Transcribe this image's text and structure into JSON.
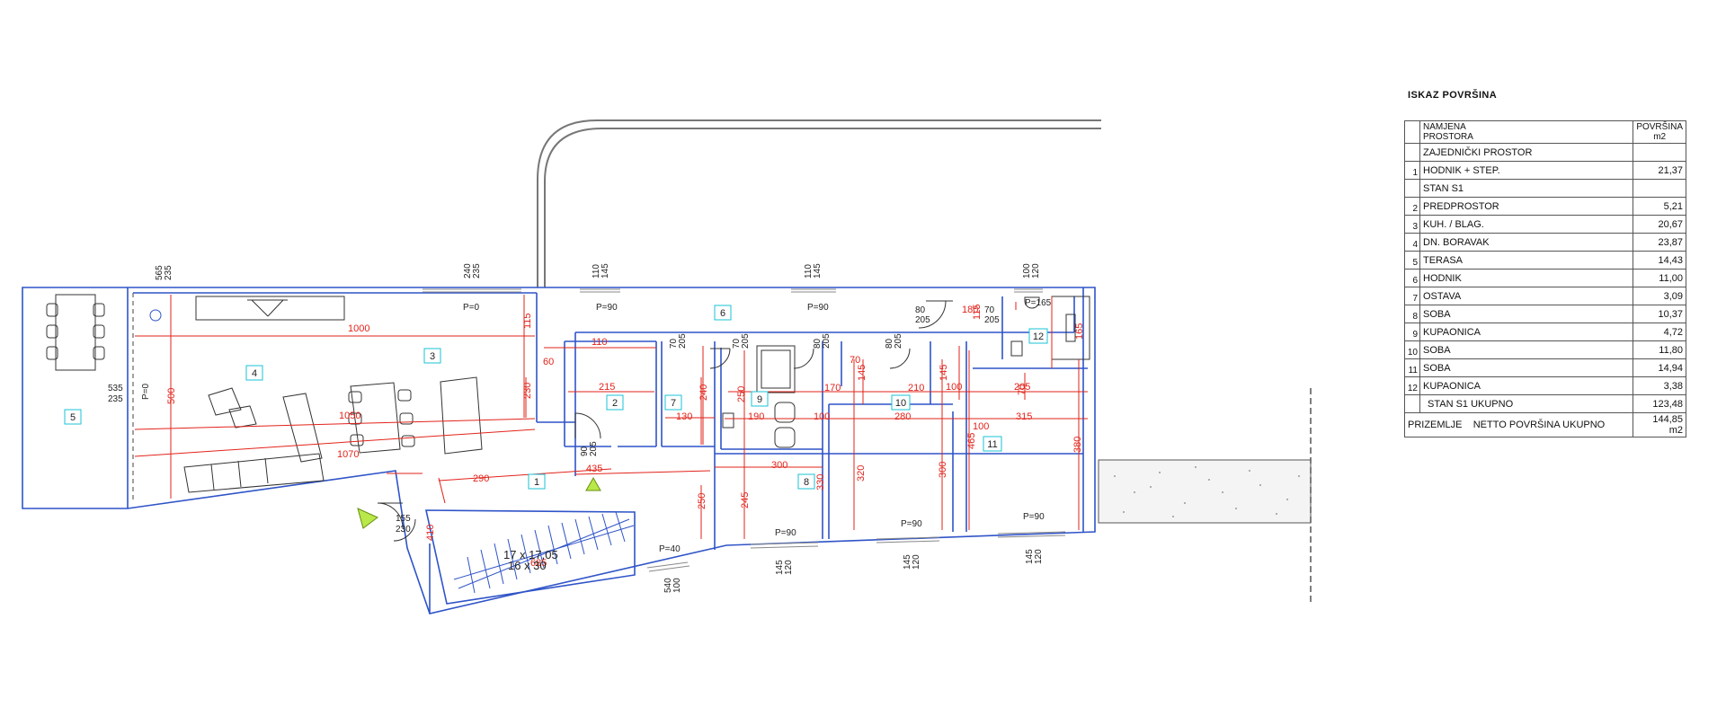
{
  "plan": {
    "dims": [
      "1000",
      "1050",
      "1070",
      "110",
      "60",
      "215",
      "130",
      "190",
      "100",
      "170",
      "70",
      "210",
      "280",
      "100",
      "205",
      "315",
      "290",
      "435",
      "300",
      "180",
      "685",
      "100",
      "500",
      "115",
      "230",
      "240",
      "250",
      "145",
      "145",
      "115",
      "70",
      "165",
      "465",
      "380",
      "330",
      "320",
      "300",
      "245",
      "250",
      "410"
    ],
    "openings": [
      "565",
      "235",
      "240",
      "235",
      "110",
      "145",
      "110",
      "145",
      "100",
      "120",
      "P=0",
      "P=90",
      "P=90",
      "P=165",
      "535",
      "235",
      "P=0",
      "80",
      "205",
      "70",
      "205",
      "70",
      "205",
      "70",
      "205",
      "80",
      "205",
      "80",
      "205",
      "90",
      "205",
      "155",
      "230",
      "P=40",
      "P=90",
      "P=90",
      "P=90",
      "540",
      "100",
      "145",
      "120",
      "145",
      "120",
      "145",
      "120"
    ],
    "rooms": [
      "1",
      "2",
      "3",
      "4",
      "5",
      "6",
      "7",
      "8",
      "9",
      "10",
      "11",
      "12"
    ],
    "stair": {
      "line1": "17 x 17,05",
      "line2": "16 x 30"
    }
  },
  "areas": {
    "title": "ISKAZ POVRŠINA",
    "header": {
      "name": "NAMJENA\nPROSTORA",
      "value": "POVRŠINA\nm2"
    },
    "rows": [
      {
        "type": "group",
        "name": "ZAJEDNIČKI PROSTOR"
      },
      {
        "type": "item",
        "num": "1",
        "name": "HODNIK + STEP.",
        "value": "21,37"
      },
      {
        "type": "group",
        "name": "STAN S1"
      },
      {
        "type": "item",
        "num": "2",
        "name": "PREDPROSTOR",
        "value": "5,21"
      },
      {
        "type": "item",
        "num": "3",
        "name": "KUH. / BLAG.",
        "value": "20,67"
      },
      {
        "type": "item",
        "num": "4",
        "name": "DN. BORAVAK",
        "value": "23,87"
      },
      {
        "type": "item",
        "num": "5",
        "name": "TERASA",
        "value": "14,43"
      },
      {
        "type": "item",
        "num": "6",
        "name": "HODNIK",
        "value": "11,00"
      },
      {
        "type": "item",
        "num": "7",
        "name": "OSTAVA",
        "value": "3,09"
      },
      {
        "type": "item",
        "num": "8",
        "name": "SOBA",
        "value": "10,37"
      },
      {
        "type": "item",
        "num": "9",
        "name": "KUPAONICA",
        "value": "4,72"
      },
      {
        "type": "item",
        "num": "10",
        "name": "SOBA",
        "value": "11,80"
      },
      {
        "type": "item",
        "num": "11",
        "name": "SOBA",
        "value": "14,94"
      },
      {
        "type": "item",
        "num": "12",
        "name": "KUPAONICA",
        "value": "3,38"
      },
      {
        "type": "total",
        "name": "STAN S1 UKUPNO",
        "value": "123,48"
      },
      {
        "type": "footer",
        "name": "PRIZEMLJE    NETTO POVRŠINA UKUPNO",
        "value": "144,85 m2"
      }
    ]
  }
}
